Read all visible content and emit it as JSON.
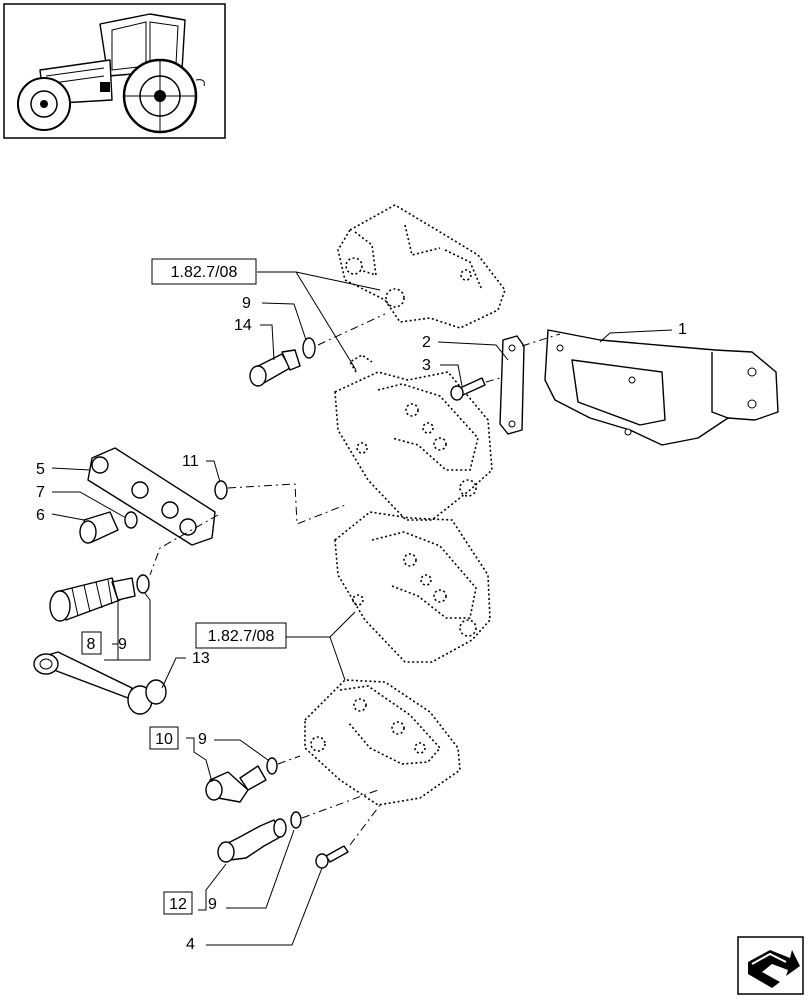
{
  "refs": {
    "upper": "1.82.7/08",
    "lower": "1.82.7/08"
  },
  "boxed": {
    "b8": "8",
    "b10": "10",
    "b12": "12"
  },
  "labels": {
    "l1": "1",
    "l2": "2",
    "l3": "3",
    "l4": "4",
    "l5": "5",
    "l6": "6",
    "l7": "7",
    "l9a": "9",
    "l9b": "9",
    "l9c": "9",
    "l9d": "9",
    "l11": "11",
    "l13": "13",
    "l14": "14"
  },
  "icons": {
    "thumbnail": "tractor-thumbnail",
    "nav": "next-page-arrow-icon"
  }
}
